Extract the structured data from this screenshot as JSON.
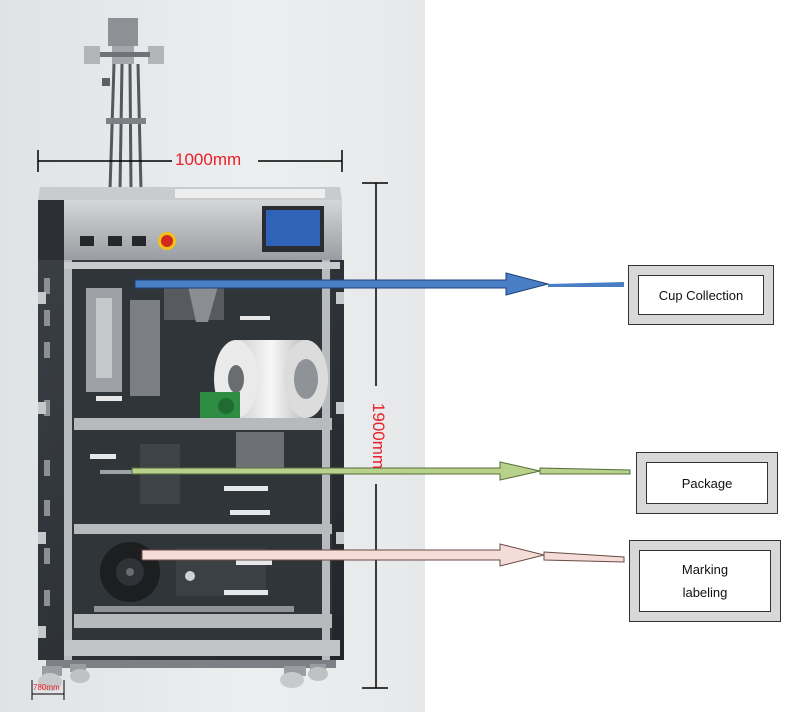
{
  "dimensions": {
    "width_label": "1000mm",
    "height_label": "1900mm",
    "depth_label": "780mm"
  },
  "callouts": [
    {
      "label": "Cup Collection",
      "arrow_color": "#4a7ec4"
    },
    {
      "label": "Package",
      "arrow_color": "#b8d28c"
    },
    {
      "label": "Marking\nlabeling",
      "arrow_color": "#f4dcd8"
    }
  ],
  "colors": {
    "dimension_red": "#e8202a",
    "machine_frame": "#2a2d31",
    "panel_steel": "#b8bbbe",
    "screen_blue": "#2e63b8"
  }
}
